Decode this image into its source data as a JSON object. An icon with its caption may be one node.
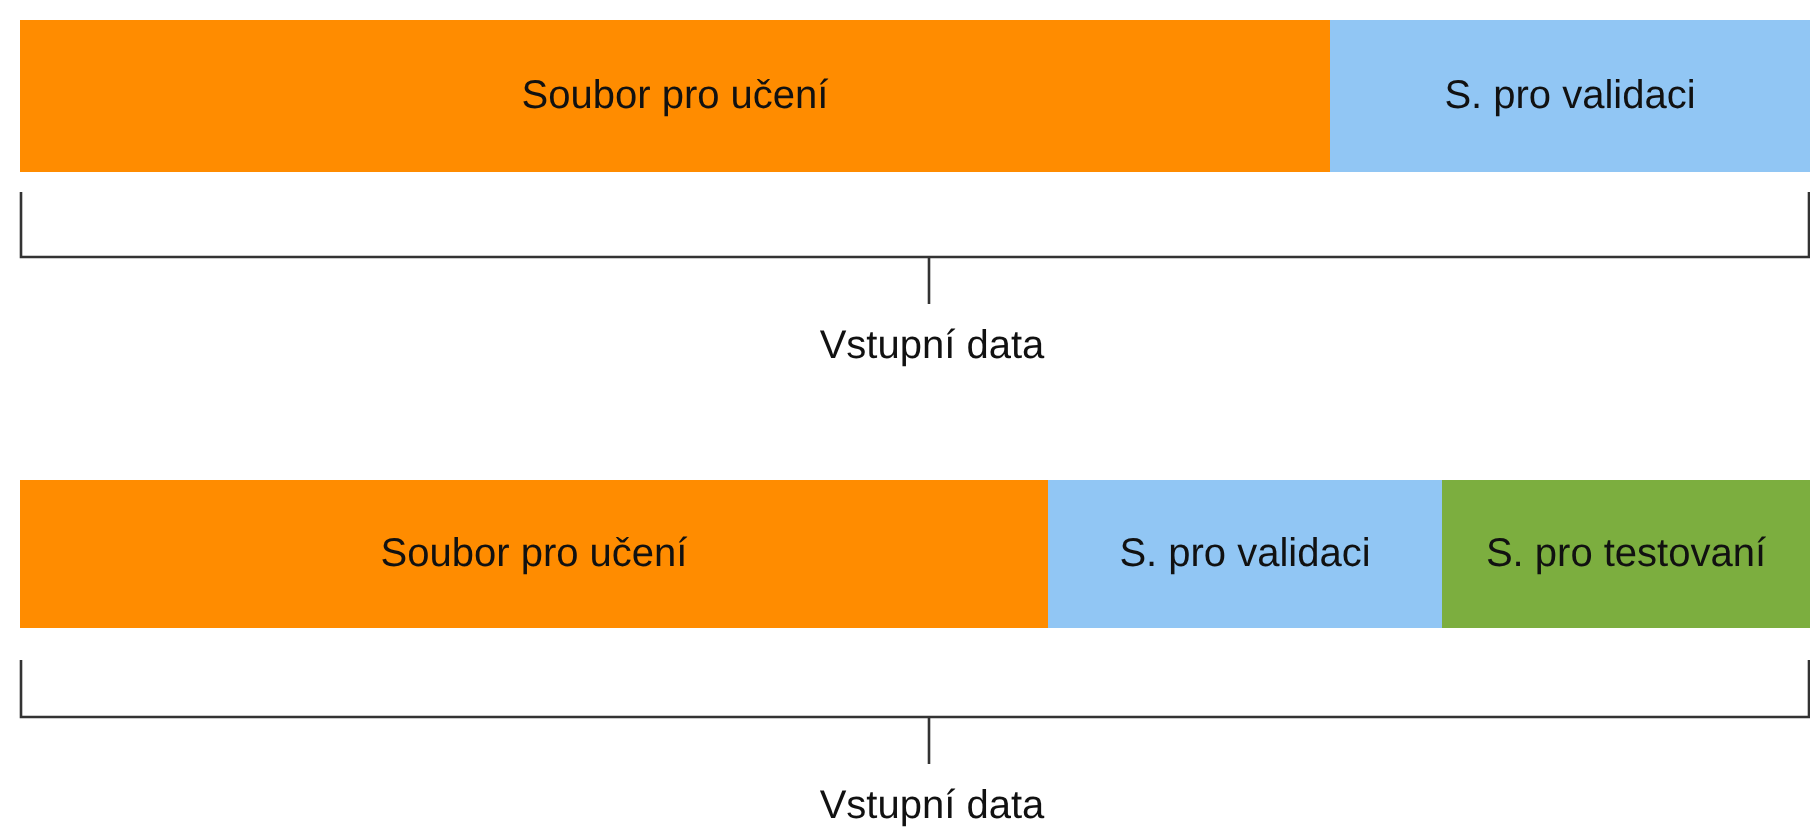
{
  "diagram": {
    "nodes": [
      {
        "text": [
          "Soubor pro učení"
        ]
      },
      {
        "text": [
          "S. pro validaci"
        ]
      },
      {
        "text": [
          "Soubor pro učení"
        ]
      },
      {
        "text": [
          "S. pro validaci"
        ]
      },
      {
        "text": [
          "S. pro testovaní"
        ]
      }
    ],
    "edges": [],
    "labels": [
      "Vstupní data",
      "Vstupní data"
    ]
  }
}
